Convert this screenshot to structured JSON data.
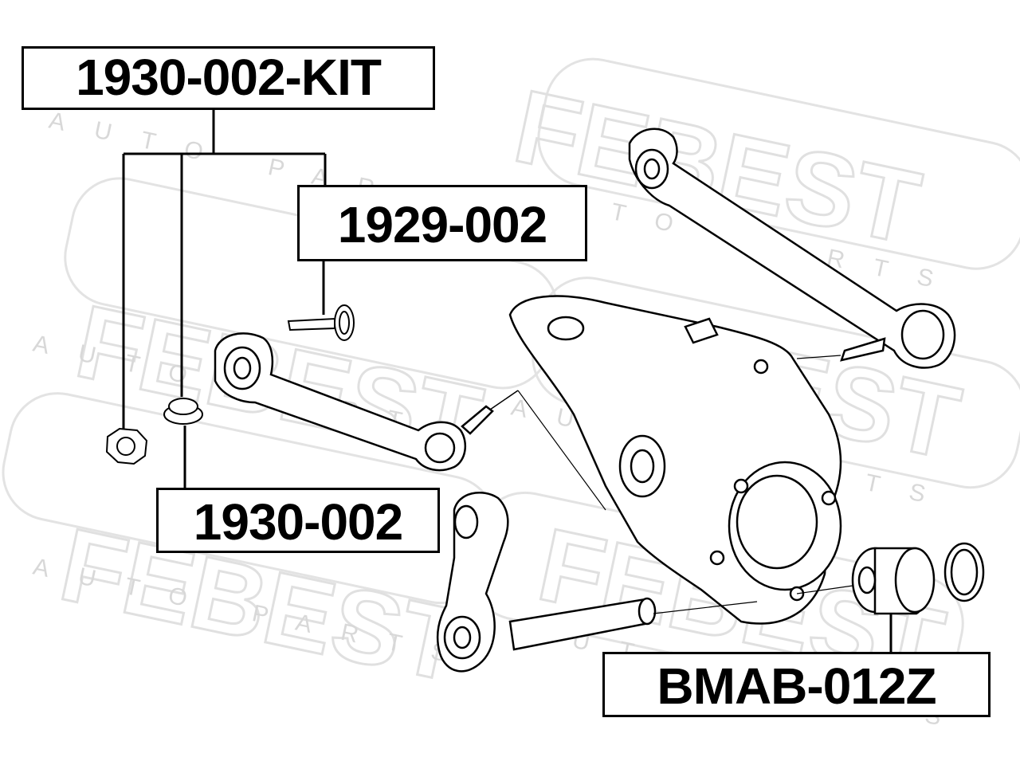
{
  "labels": {
    "kit": "1930-002-KIT",
    "p1929": "1929-002",
    "p1930": "1930-002",
    "bmab": "BMAB-012Z"
  },
  "watermark": {
    "brand": "FEBEST",
    "tagline": "AUTO PARTS",
    "color": "#e6e6e6"
  },
  "colors": {
    "ink": "#000000",
    "line": "#333333",
    "fill": "#ffffff"
  }
}
